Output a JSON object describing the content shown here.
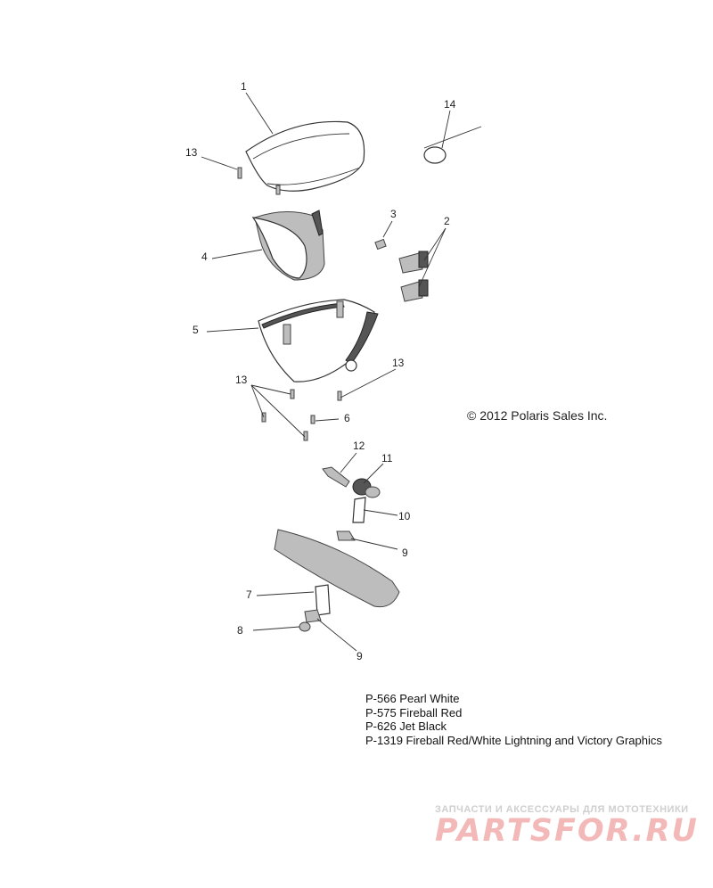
{
  "copyright": "© 2012 Polaris Sales Inc.",
  "callouts": {
    "c1": "1",
    "c2": "2",
    "c3": "3",
    "c4": "4",
    "c5": "5",
    "c6": "6",
    "c7": "7",
    "c8": "8",
    "c9a": "9",
    "c9b": "9",
    "c10": "10",
    "c11": "11",
    "c12": "12",
    "c13a": "13",
    "c13b": "13",
    "c13c": "13",
    "c14": "14"
  },
  "paint_codes": [
    "P-566  Pearl White",
    "P-575  Fireball Red",
    "P-626  Jet Black",
    "P-1319 Fireball Red/White Lightning and Victory Graphics"
  ],
  "watermark": {
    "tagline": "ЗАПЧАСТИ И АКСЕССУАРЫ ДЛЯ МОТОТЕХНИКИ",
    "logo": "PARTSFOR.RU"
  }
}
